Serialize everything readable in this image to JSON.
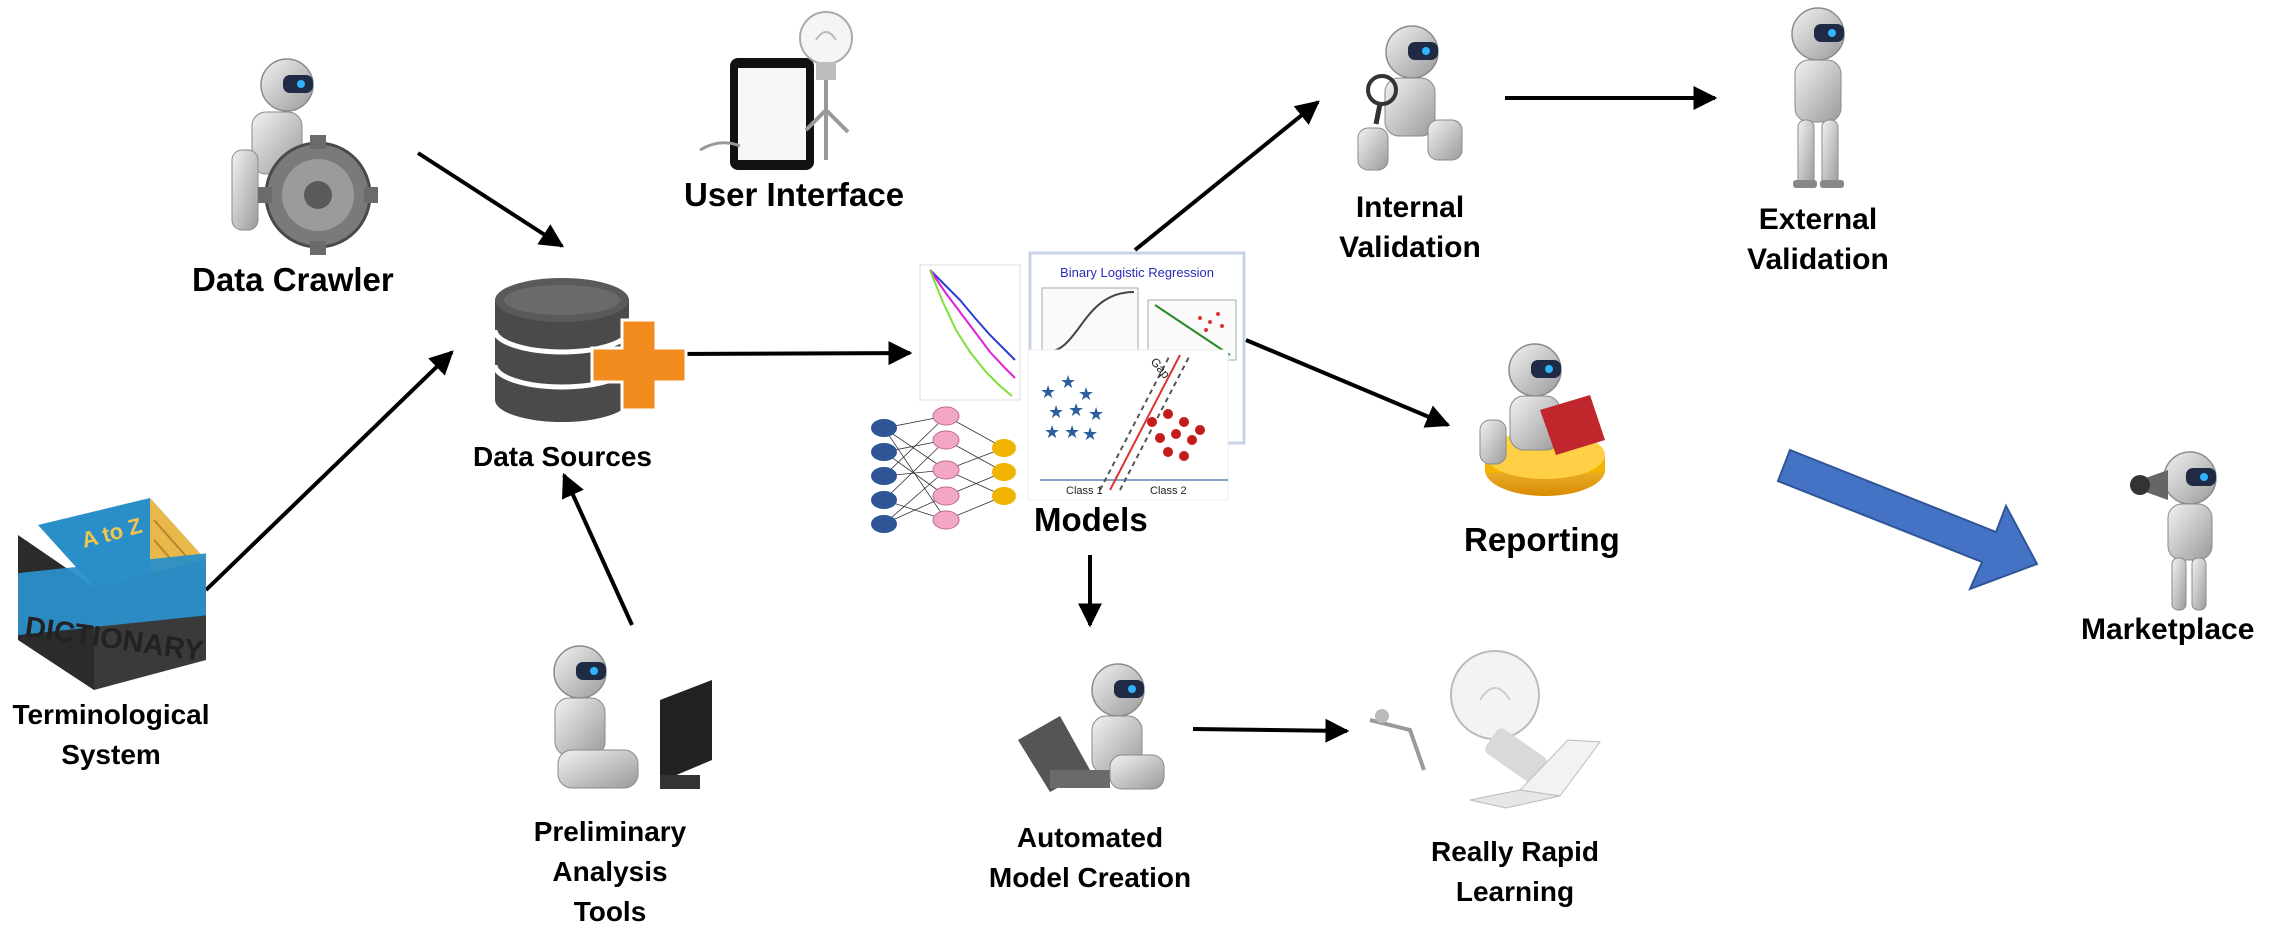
{
  "nodes": {
    "data_crawler": "Data Crawler",
    "data_sources": "Data Sources",
    "user_interface": "User Interface",
    "terminological_system_1": "Terminological",
    "terminological_system_2": "System",
    "preliminary_analysis_1": "Preliminary",
    "preliminary_analysis_2": "Analysis",
    "preliminary_analysis_3": "Tools",
    "models": "Models",
    "internal_validation_1": "Internal",
    "internal_validation_2": "Validation",
    "external_validation_1": "External",
    "external_validation_2": "Validation",
    "reporting": "Reporting",
    "automated_model_creation_1": "Automated",
    "automated_model_creation_2": "Model Creation",
    "really_rapid_learning_1": "Really Rapid",
    "really_rapid_learning_2": "Learning",
    "marketplace": "Marketplace"
  },
  "images": {
    "book_word": "DICTIONARY",
    "book_letters": "A to Z",
    "chart_title": "Binary Logistic Regression",
    "svm_gap": "Gap",
    "svm_class1": "Class 1",
    "svm_class2": "Class 2"
  },
  "colors": {
    "arrow": "#000000",
    "big_arrow": "#4472C4",
    "plus": "#F28C1E",
    "database": "#4a4a4a",
    "robot_body": "#d9d9d9",
    "robot_visor": "#1f2a44",
    "robot_eye": "#2fb4ff",
    "book_blue": "#2a8fc9",
    "book_pages": "#e8b84a"
  }
}
